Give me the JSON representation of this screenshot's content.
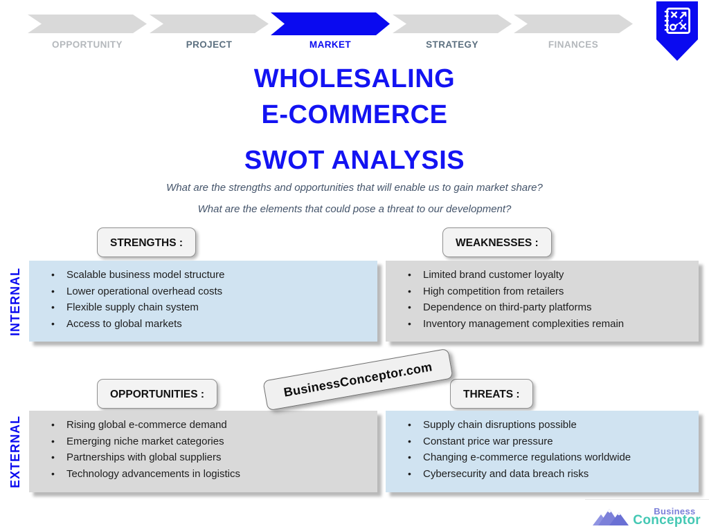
{
  "slide": {
    "process_bar": {
      "steps": [
        {
          "label": "OPPORTUNITY",
          "state": "inactive"
        },
        {
          "label": "PROJECT",
          "state": "done"
        },
        {
          "label": "MARKET",
          "state": "active"
        },
        {
          "label": "STRATEGY",
          "state": "done"
        },
        {
          "label": "FINANCES",
          "state": "inactive"
        }
      ]
    },
    "title": {
      "line1": "WHOLESALING",
      "line2": "E-COMMERCE",
      "line3": "SWOT ANALYSIS"
    },
    "questions": {
      "line1": "What are the strengths and opportunities that will enable us to gain market share?",
      "line2": "What are the elements that could pose a threat to our development?"
    },
    "row_labels": {
      "internal": "INTERNAL",
      "external": "EXTERNAL"
    },
    "quadrants": {
      "strengths": {
        "title": "STRENGTHS :",
        "items": [
          "Scalable business model structure",
          "Lower operational overhead costs",
          "Flexible supply chain system",
          "Access to global markets"
        ]
      },
      "weaknesses": {
        "title": "WEAKNESSES :",
        "items": [
          "Limited brand customer loyalty",
          "High competition from retailers",
          "Dependence on third-party platforms",
          "Inventory management complexities remain"
        ]
      },
      "opportunities": {
        "title": "OPPORTUNITIES :",
        "items": [
          "Rising global e-commerce demand",
          "Emerging niche market categories",
          "Partnerships with global suppliers",
          "Technology advancements in logistics"
        ]
      },
      "threats": {
        "title": "THREATS :",
        "items": [
          "Supply chain disruptions possible",
          "Constant price war pressure",
          "Changing e-commerce regulations worldwide",
          "Cybersecurity and data breach risks"
        ]
      }
    },
    "watermark": {
      "text": "BusinessConceptor.com"
    },
    "brand": {
      "name_top": "Business",
      "name_bottom": "Conceptor"
    },
    "colors": {
      "accent_blue": "#0a0af0",
      "title_blue": "#1313f2",
      "chevron_gray": "#d9d9d9",
      "step_label_muted": "#b4b8bc",
      "step_label_slate": "#5c7080",
      "box_light_blue": "#d0e3f1",
      "box_gray": "#d9d9d9",
      "pill_background": "#f3f3f3",
      "question_slate": "#44546a",
      "brand_purple": "#7c80d9",
      "brand_teal": "#44c8b4"
    }
  }
}
